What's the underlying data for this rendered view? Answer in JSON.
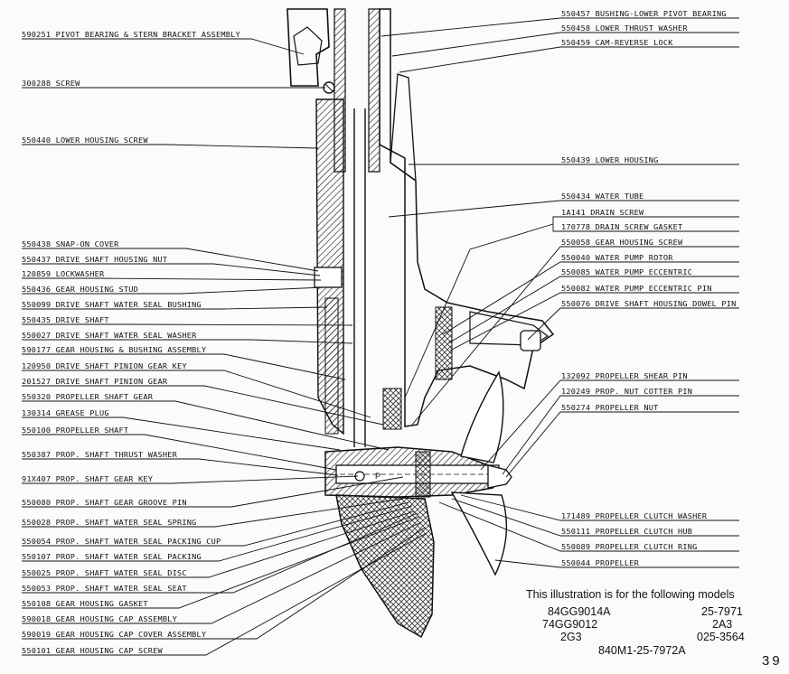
{
  "left_callouts": [
    {
      "part": "590251",
      "desc": "PIVOT BEARING & STERN BRACKET ASSEMBLY"
    },
    {
      "part": "300288",
      "desc": "SCREW"
    },
    {
      "part": "550440",
      "desc": "LOWER HOUSING SCREW"
    },
    {
      "part": "550438",
      "desc": "SNAP-ON COVER"
    },
    {
      "part": "550437",
      "desc": "DRIVE SHAFT HOUSING NUT"
    },
    {
      "part": "120859",
      "desc": "LOCKWASHER"
    },
    {
      "part": "550436",
      "desc": "GEAR HOUSING STUD"
    },
    {
      "part": "550099",
      "desc": "DRIVE SHAFT WATER SEAL BUSHING"
    },
    {
      "part": "550435",
      "desc": "DRIVE SHAFT"
    },
    {
      "part": "550027",
      "desc": "DRIVE SHAFT WATER SEAL WASHER"
    },
    {
      "part": "590177",
      "desc": "GEAR HOUSING & BUSHING ASSEMBLY"
    },
    {
      "part": "120950",
      "desc": "DRIVE SHAFT PINION GEAR KEY"
    },
    {
      "part": "201527",
      "desc": "DRIVE SHAFT PINION GEAR"
    },
    {
      "part": "550320",
      "desc": "PROPELLER SHAFT GEAR"
    },
    {
      "part": "130314",
      "desc": "GREASE PLUG"
    },
    {
      "part": "550100",
      "desc": "PROPELLER SHAFT"
    },
    {
      "part": "550387",
      "desc": "PROP. SHAFT THRUST WASHER"
    },
    {
      "part": "91X407",
      "desc": "PROP. SHAFT GEAR KEY"
    },
    {
      "part": "550080",
      "desc": "PROP. SHAFT GEAR GROOVE PIN"
    },
    {
      "part": "550028",
      "desc": "PROP. SHAFT WATER SEAL SPRING"
    },
    {
      "part": "550054",
      "desc": "PROP. SHAFT WATER SEAL PACKING CUP"
    },
    {
      "part": "550107",
      "desc": "PROP. SHAFT WATER SEAL PACKING"
    },
    {
      "part": "550025",
      "desc": "PROP. SHAFT WATER SEAL DISC"
    },
    {
      "part": "550053",
      "desc": "PROP. SHAFT WATER SEAL SEAT"
    },
    {
      "part": "550108",
      "desc": "GEAR HOUSING GASKET"
    },
    {
      "part": "590018",
      "desc": "GEAR HOUSING CAP ASSEMBLY"
    },
    {
      "part": "590019",
      "desc": "GEAR HOUSING CAP COVER ASSEMBLY"
    },
    {
      "part": "550101",
      "desc": "GEAR HOUSING CAP SCREW"
    }
  ],
  "right_callouts": [
    {
      "part": "550457",
      "desc": "BUSHING-LOWER PIVOT BEARING"
    },
    {
      "part": "550458",
      "desc": "LOWER THRUST WASHER"
    },
    {
      "part": "550459",
      "desc": "CAM-REVERSE LOCK"
    },
    {
      "part": "550439",
      "desc": "LOWER HOUSING"
    },
    {
      "part": "550434",
      "desc": "WATER TUBE"
    },
    {
      "part": "1A141",
      "desc": "DRAIN SCREW"
    },
    {
      "part": "170778",
      "desc": "DRAIN SCREW GASKET"
    },
    {
      "part": "550058",
      "desc": "GEAR HOUSING SCREW"
    },
    {
      "part": "550040",
      "desc": "WATER PUMP ROTOR"
    },
    {
      "part": "550085",
      "desc": "WATER PUMP ECCENTRIC"
    },
    {
      "part": "550082",
      "desc": "WATER PUMP ECCENTRIC PIN"
    },
    {
      "part": "550076",
      "desc": "DRIVE SHAFT HOUSING DOWEL PIN"
    },
    {
      "part": "132092",
      "desc": "PROPELLER SHEAR PIN"
    },
    {
      "part": "120249",
      "desc": "PROP. NUT COTTER PIN"
    },
    {
      "part": "550274",
      "desc": "PROPELLER NUT"
    },
    {
      "part": "171489",
      "desc": "PROPELLER CLUTCH WASHER"
    },
    {
      "part": "550111",
      "desc": "PROPELLER CLUTCH HUB"
    },
    {
      "part": "550089",
      "desc": "PROPELLER CLUTCH RING"
    },
    {
      "part": "550044",
      "desc": "PROPELLER"
    }
  ],
  "models_note": {
    "heading": "This illustration is for the following models",
    "models": [
      "84GG9014A",
      "25-7971",
      "74GG9012",
      "2A3",
      "2G3",
      "025-3564",
      "840M1-25-7972A"
    ]
  },
  "diagram_marks": {
    "p_mark": "P"
  },
  "page_number": "39"
}
